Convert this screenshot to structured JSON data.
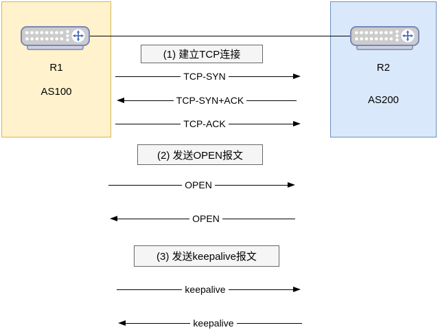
{
  "nodes": {
    "r1": {
      "name": "R1",
      "asn": "AS100",
      "icon": "router-icon"
    },
    "r2": {
      "name": "R2",
      "asn": "AS200",
      "icon": "router-icon"
    }
  },
  "steps": [
    {
      "label": "(1) 建立TCP连接"
    },
    {
      "label": "(2) 发送OPEN报文"
    },
    {
      "label": "(3) 发送keepalive报文"
    }
  ],
  "messages": [
    {
      "label": "TCP-SYN",
      "direction": "right"
    },
    {
      "label": "TCP-SYN+ACK",
      "direction": "left"
    },
    {
      "label": "TCP-ACK",
      "direction": "right"
    },
    {
      "label": "OPEN",
      "direction": "right"
    },
    {
      "label": "OPEN",
      "direction": "left"
    },
    {
      "label": "keepalive",
      "direction": "right"
    },
    {
      "label": "keepalive",
      "direction": "left"
    }
  ],
  "colors": {
    "as100_fill": "#FFF2CC",
    "as100_border": "#D6B656",
    "as200_fill": "#DAE8FC",
    "as200_border": "#6C8EBF",
    "step_fill": "#F5F5F5",
    "step_border": "#666666",
    "arrow": "#000000",
    "router_body": "#CCCCCC",
    "router_border": "#7986B8",
    "router_arrow": "#4A6FB5"
  }
}
